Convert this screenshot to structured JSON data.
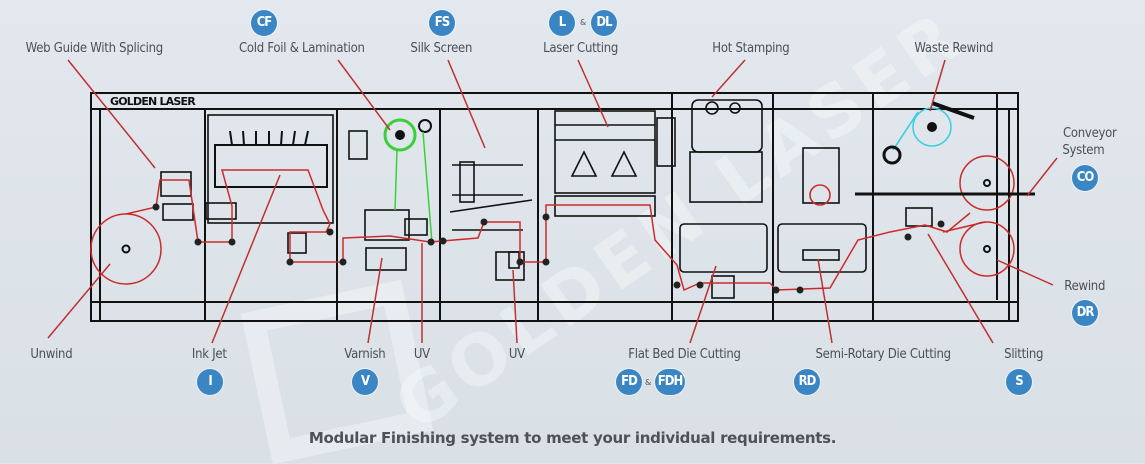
{
  "brand": "GOLDEN LASER",
  "watermark": "GOLDEN LASER",
  "footer": "Modular Finishing system to meet your individual requirements.",
  "badge_color": "#3a86c4",
  "web_color": "#cc2b2b",
  "foil_color": "#3ccf3c",
  "waste_color": "#3ccfe0",
  "top_labels": [
    {
      "id": "web-guide",
      "text": "Web Guide With Splicing"
    },
    {
      "id": "cold-foil",
      "text": "Cold Foil & Lamination",
      "badge": "CF"
    },
    {
      "id": "silk-screen",
      "text": "Silk Screen",
      "badge": "FS"
    },
    {
      "id": "laser-cutting",
      "text": "Laser Cutting",
      "badge": "L",
      "badge2": "DL",
      "amp": "&"
    },
    {
      "id": "hot-stamping",
      "text": "Hot Stamping"
    },
    {
      "id": "waste-rewind",
      "text": "Waste Rewind"
    }
  ],
  "right_labels": [
    {
      "id": "conveyor",
      "text1": "Conveyor",
      "text2": "System",
      "badge": "CO"
    },
    {
      "id": "rewind",
      "text": "Rewind",
      "badge": "DR"
    }
  ],
  "bottom_labels": [
    {
      "id": "unwind",
      "text": "Unwind"
    },
    {
      "id": "ink-jet",
      "text": "Ink Jet",
      "badge": "I"
    },
    {
      "id": "varnish",
      "text": "Varnish",
      "badge": "V"
    },
    {
      "id": "uv-1",
      "text": "UV"
    },
    {
      "id": "uv-2",
      "text": "UV"
    },
    {
      "id": "flat-bed",
      "text": "Flat Bed Die Cutting",
      "badge": "FD",
      "badge2": "FDH",
      "amp": "&"
    },
    {
      "id": "semi-rotary",
      "text": "Semi-Rotary Die Cutting",
      "badge": "RD"
    },
    {
      "id": "slitting",
      "text": "Slitting",
      "badge": "S"
    }
  ]
}
